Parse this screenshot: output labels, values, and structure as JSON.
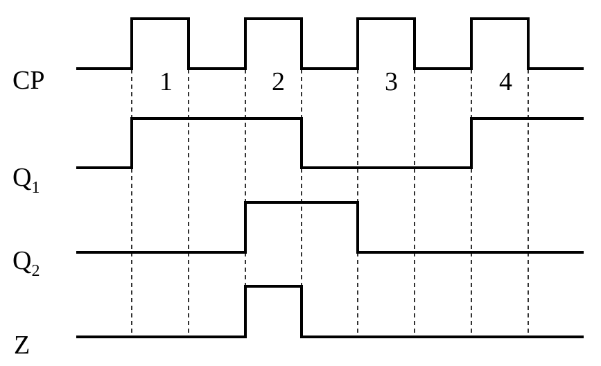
{
  "signals": [
    {
      "id": "cp",
      "label": "CP",
      "sub": "",
      "levels": [
        0,
        1,
        0,
        1,
        0,
        1,
        0,
        1,
        0
      ],
      "transitions": [
        0,
        1,
        2,
        3,
        4,
        5,
        6,
        7
      ]
    },
    {
      "id": "q1",
      "label": "Q",
      "sub": "1",
      "levels": [
        0,
        1,
        1,
        1,
        0,
        0,
        0,
        1,
        1
      ]
    },
    {
      "id": "q2",
      "label": "Q",
      "sub": "2",
      "levels": [
        0,
        0,
        0,
        1,
        1,
        0,
        0,
        0,
        0
      ]
    },
    {
      "id": "z",
      "label": "Z",
      "sub": "",
      "levels": [
        0,
        0,
        0,
        1,
        0,
        0,
        0,
        0,
        0
      ]
    }
  ],
  "pulse_labels": [
    "1",
    "2",
    "3",
    "4"
  ],
  "colors": {
    "line": "#000000",
    "background": "#ffffff"
  }
}
